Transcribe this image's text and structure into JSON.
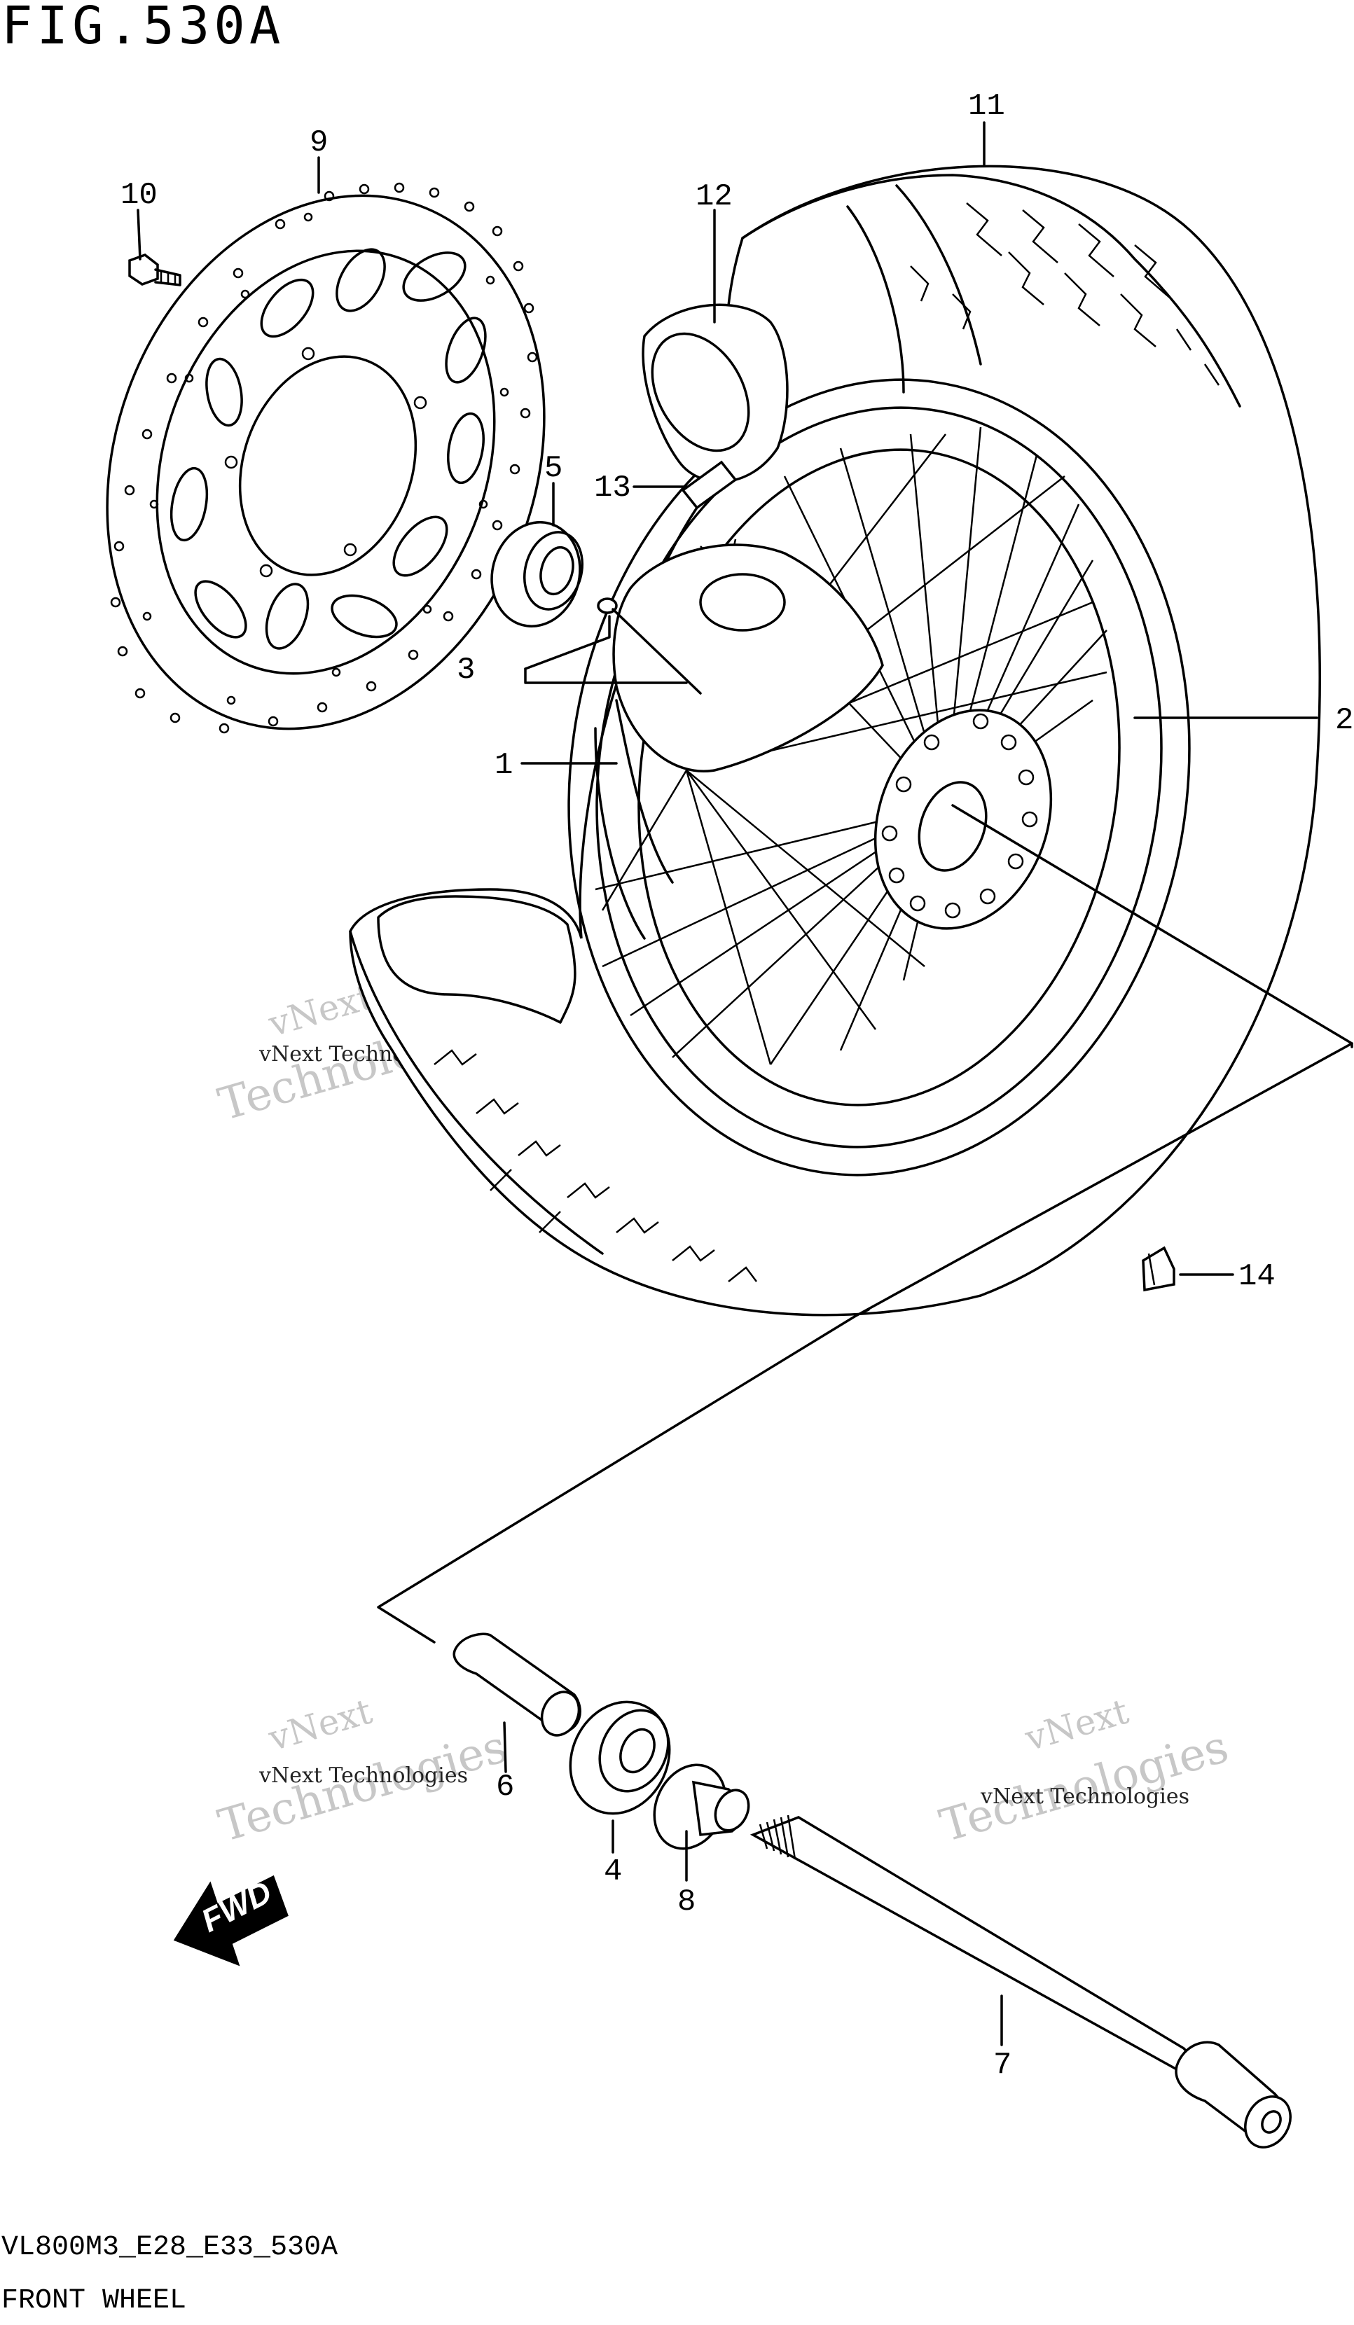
{
  "figure": {
    "title": "FIG.530A",
    "code": "VL800M3_E28_E33_530A",
    "name": "FRONT WHEEL"
  },
  "callouts": [
    "1",
    "2",
    "3",
    "4",
    "5",
    "6",
    "7",
    "8",
    "9",
    "10",
    "11",
    "12",
    "13",
    "14"
  ],
  "watermark": {
    "line1": "vNext",
    "line2": "Technologies",
    "caption": "vNext Technologies"
  },
  "fwd_label": "FWD",
  "icons": [
    "brake-disc-icon",
    "tire-icon",
    "wheel-hub-icon",
    "axle-icon",
    "bearing-icon",
    "spacer-icon",
    "valve-cap-icon",
    "fwd-arrow-icon"
  ]
}
